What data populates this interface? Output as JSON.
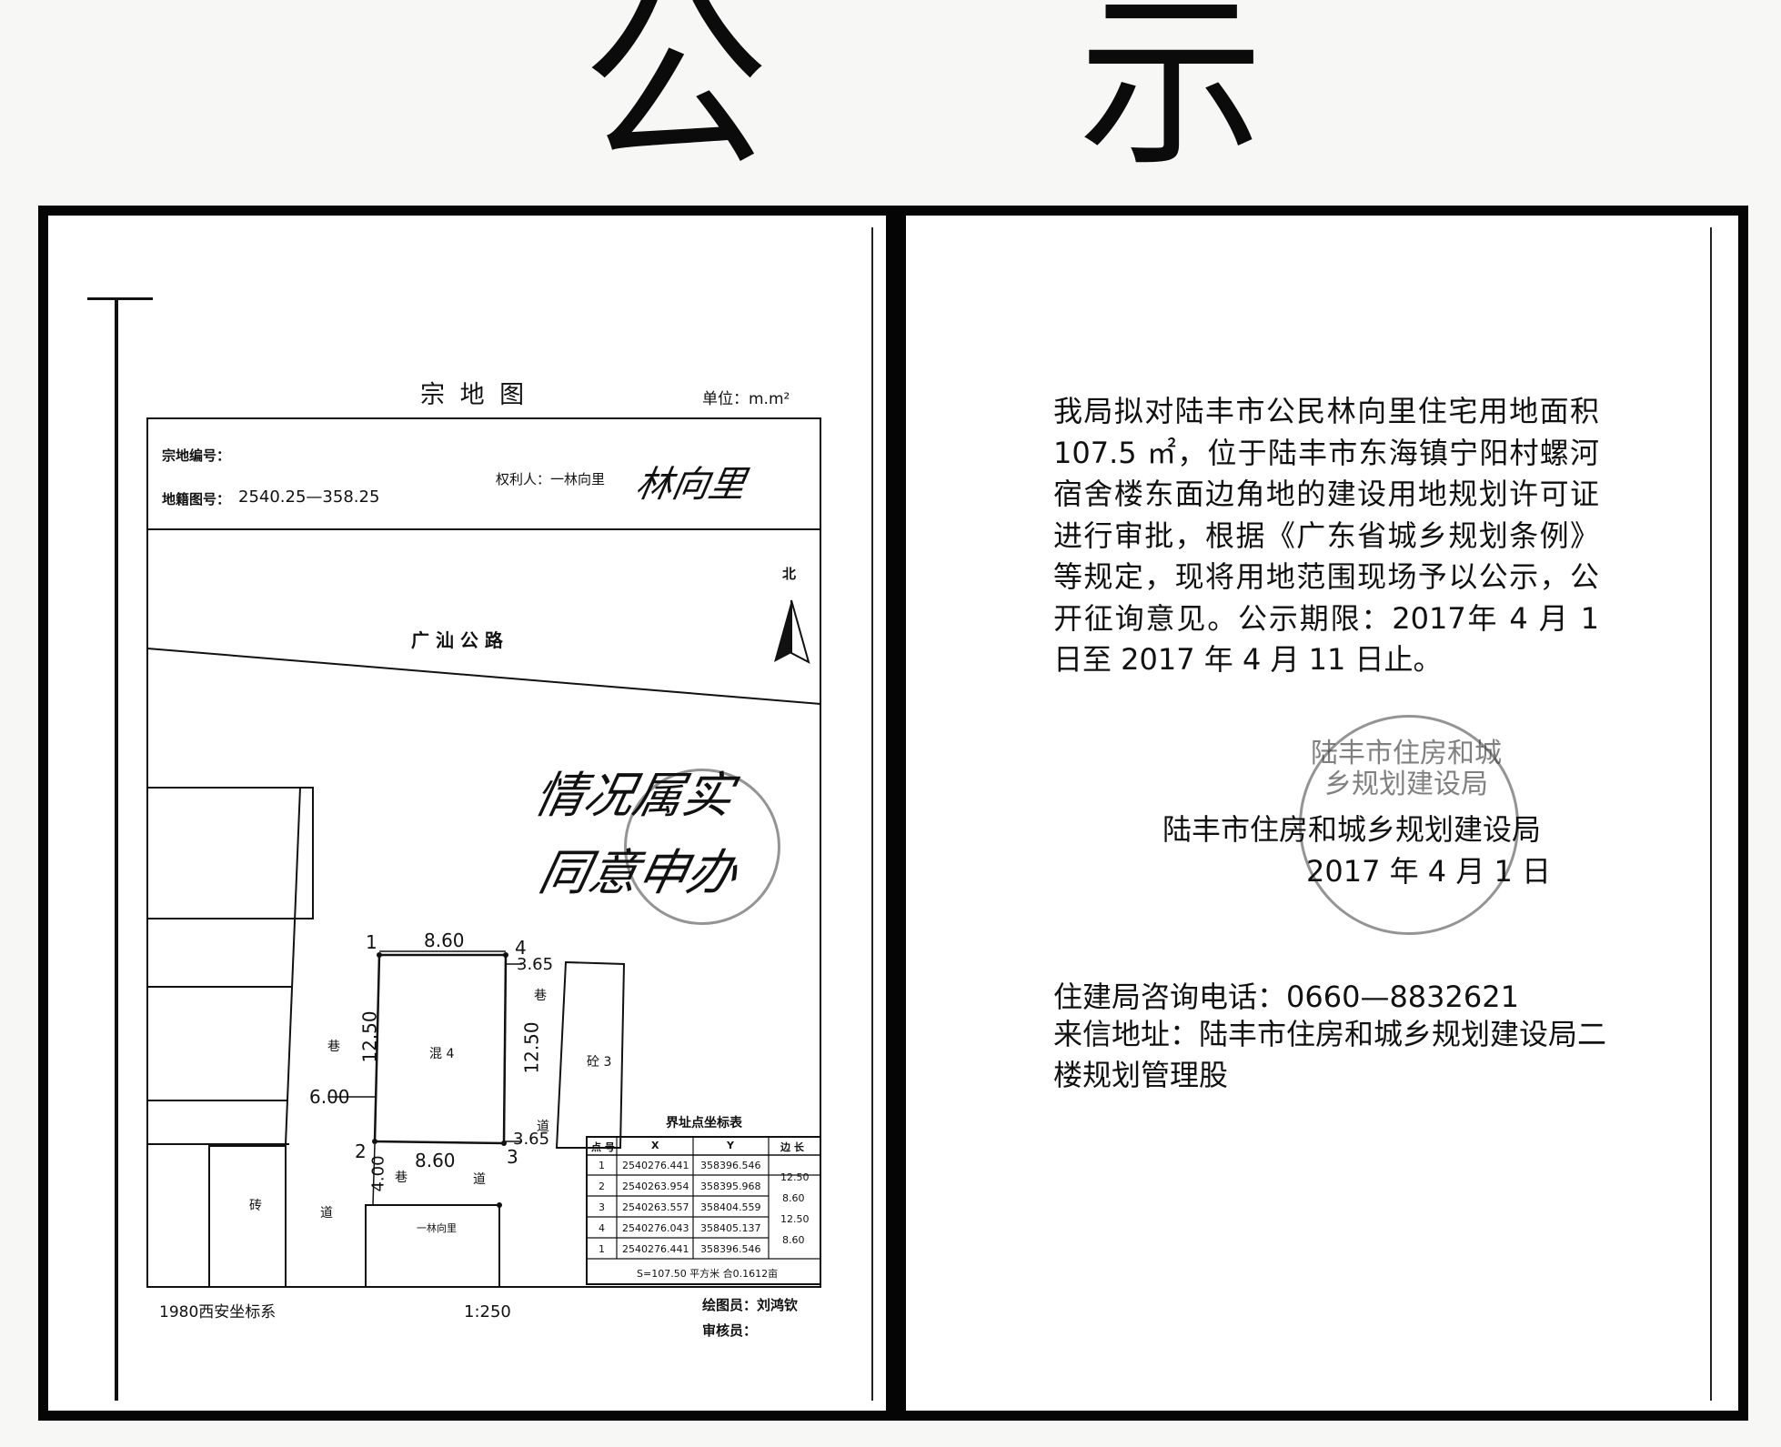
{
  "title": {
    "char1": "公",
    "char2": "示"
  },
  "map": {
    "title": "宗 地 图",
    "unit": "单位：m.m²",
    "parcel_no_label": "宗地编号：",
    "map_no_label": "地籍图号：",
    "map_no_value": "2540.25—358.25",
    "owner_label": "权利人：一林向里",
    "owner_signature": "林向里",
    "north": "北",
    "road": "广 汕 公 路",
    "handwritten_line1": "情况属实",
    "handwritten_line2": "同意申办",
    "dims": {
      "top": "8.60",
      "bottom": "8.60",
      "left": "12.50",
      "right": "12.50",
      "left_gap": "6.00",
      "top_right_gap": "3.65",
      "bottom_right_gap": "3.65",
      "bottom_gap": "4.00"
    },
    "points": {
      "p1": "1",
      "p2": "2",
      "p3": "3",
      "p4": "4"
    },
    "labels": {
      "lane_left": "巷",
      "lane_right": "巷",
      "road_right": "道",
      "lane_bottom": "巷",
      "road_bottom": "道",
      "road_lower": "道",
      "building_main": "混 4",
      "building_right": "砼 3",
      "building_brick": "砖",
      "building_owner": "一林向里"
    },
    "table": {
      "title": "界址点坐标表",
      "headers": [
        "点 号",
        "X",
        "Y",
        "边 长"
      ],
      "rows": [
        {
          "no": "1",
          "x": "2540276.441",
          "y": "358396.546"
        },
        {
          "no": "2",
          "x": "2540263.954",
          "y": "358395.968"
        },
        {
          "no": "3",
          "x": "2540263.557",
          "y": "358404.559"
        },
        {
          "no": "4",
          "x": "2540276.043",
          "y": "358405.137"
        },
        {
          "no": "1",
          "x": "2540276.441",
          "y": "358396.546"
        }
      ],
      "lengths": [
        "12.50",
        "8.60",
        "12.50",
        "8.60"
      ],
      "summary": "S=107.50 平方米 合0.1612亩"
    },
    "coord_system": "1980西安坐标系",
    "scale": "1:250",
    "drafter": "绘图员：刘鸿钦",
    "reviewer": "审核员："
  },
  "notice": {
    "body": "我局拟对陆丰市公民林向里住宅用地面积 107.5 ㎡，位于陆丰市东海镇宁阳村螺河宿舍楼东面边角地的建设用地规划许可证进行审批，根据《广东省城乡规划条例》等规定，现将用地范围现场予以公示，公开征询意见。公示期限：2017年 4 月 1 日至 2017 年 4 月 11 日止。",
    "issuer": "陆丰市住房和城乡规划建设局",
    "date": "2017 年 4 月 1 日",
    "phone": "住建局咨询电话：0660—8832621",
    "address": "来信地址：陆丰市住房和城乡规划建设局二楼规划管理股"
  },
  "stamp": {
    "text": "陆丰市住房和城乡规划建设局"
  }
}
